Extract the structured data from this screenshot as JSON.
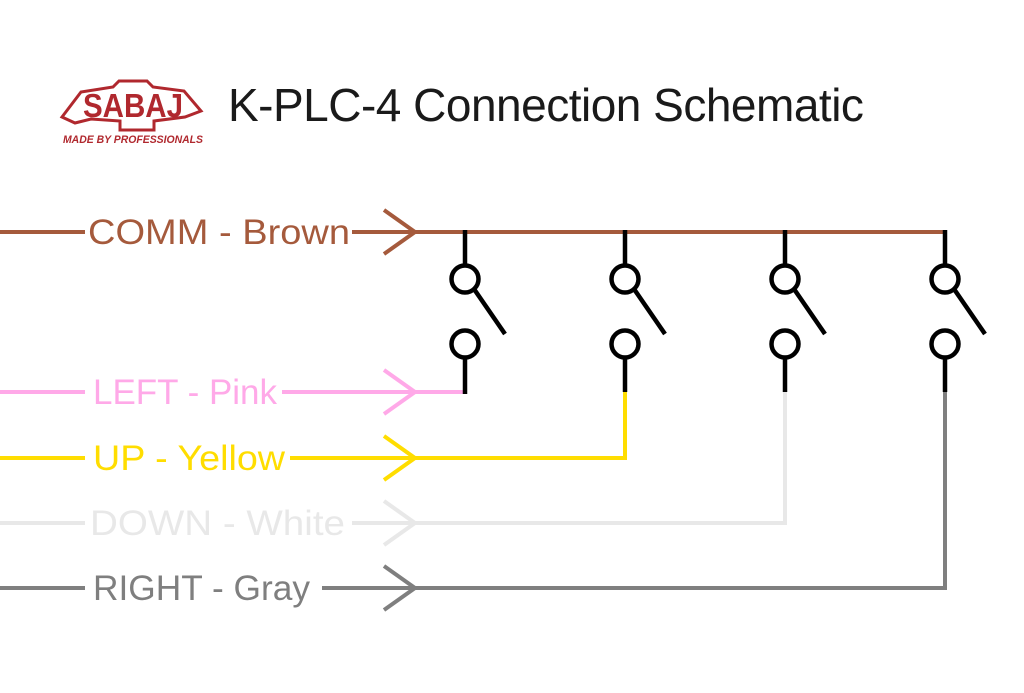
{
  "header": {
    "logo": {
      "brand": "SABAJ",
      "tagline": "MADE BY PROFESSIONALS",
      "color": "#B0282E"
    },
    "title": "K-PLC-4 Connection Schematic"
  },
  "schematic": {
    "wires": [
      {
        "id": "comm",
        "label": "COMM - Brown",
        "color": "#A55A3C"
      },
      {
        "id": "left",
        "label": "LEFT - Pink",
        "color": "#FFA9E8"
      },
      {
        "id": "up",
        "label": "UP - Yellow",
        "color": "#FFDD00"
      },
      {
        "id": "down",
        "label": "DOWN - White",
        "color": "#E8E8E8"
      },
      {
        "id": "right",
        "label": "RIGHT - Gray",
        "color": "#7F7F7F"
      }
    ],
    "switch_count": 4,
    "switch_color": "#000000",
    "background": "#FFFFFF"
  }
}
